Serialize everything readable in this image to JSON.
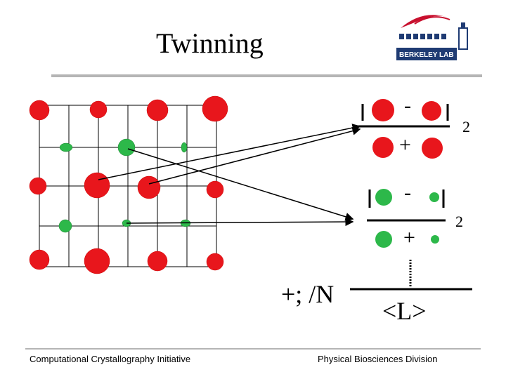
{
  "title": "Twinning",
  "logo": {
    "text": "BERKELEY LAB",
    "icon": "berkeley-lab-logo"
  },
  "footer": {
    "left": "Computational Crystallography Initiative",
    "right": "Physical Biosciences Division"
  },
  "equations": {
    "eq1": {
      "minus": "-",
      "plus": "+",
      "exponent": "2"
    },
    "eq2": {
      "minus": "-",
      "plus": "+",
      "exponent": "2"
    },
    "h_label": "+; /N",
    "l_label": "<L>"
  },
  "colors": {
    "red_atom": "#e8161c",
    "green_atom": "#2db84a",
    "logo_red": "#c8102e",
    "logo_blue": "#1f3b73"
  }
}
